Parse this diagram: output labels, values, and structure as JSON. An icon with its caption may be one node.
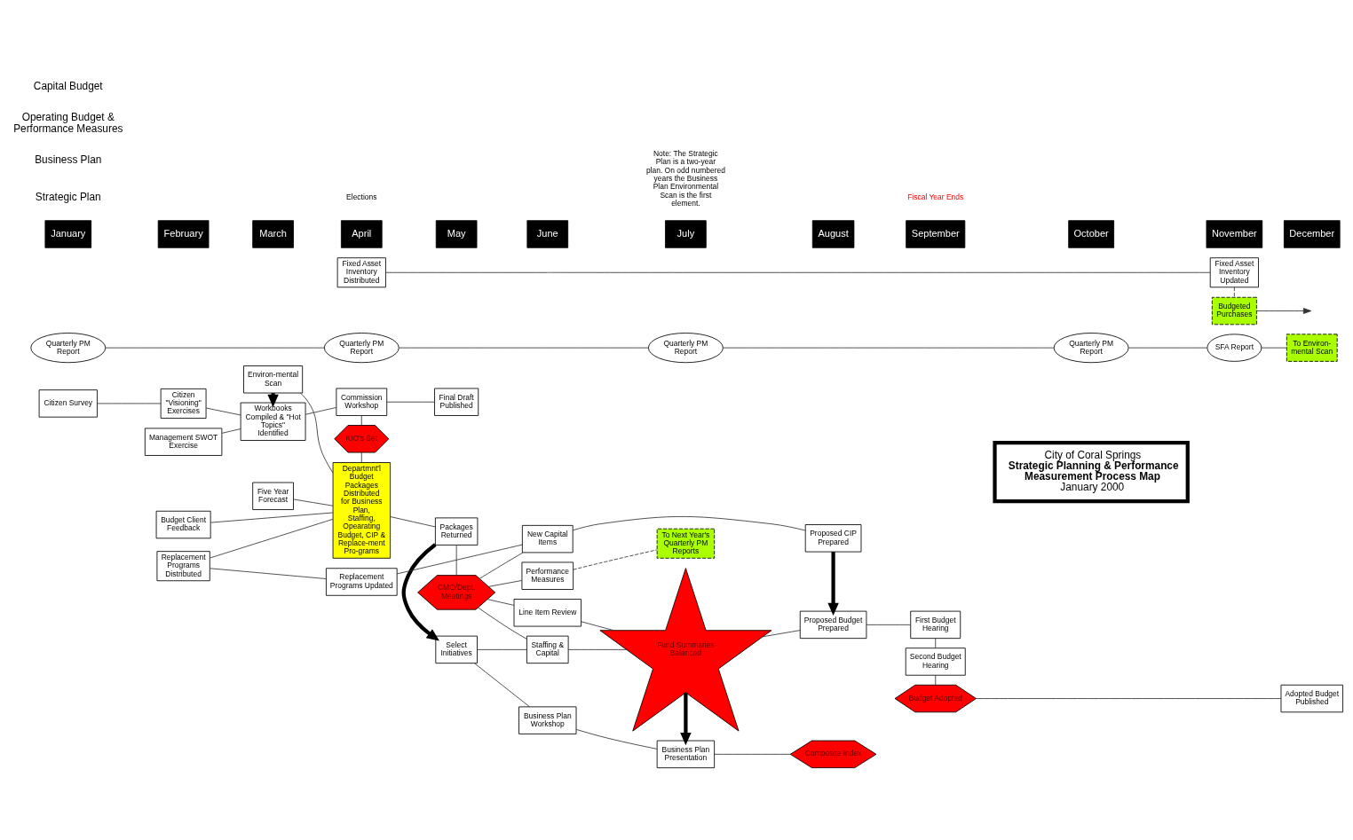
{
  "diagram": {
    "nodes": [
      {
        "text": [
          "Citizen Survey"
        ]
      },
      {
        "text": [
          "Citizen \"Visioning\" Exercises"
        ]
      },
      {
        "text": [
          "Management SWOT Exercise"
        ]
      },
      {
        "text": [
          "Workbooks Compiled & \"Hot Topics\" Identified"
        ]
      },
      {
        "text": [
          "Commission Workshop"
        ]
      },
      {
        "text": [
          "Final Draft Published"
        ]
      },
      {
        "text": [
          "KIO's Set"
        ]
      },
      {
        "text": [
          "City of Coral Springs",
          "Strategic Planning & Performance Measurement Process Map",
          "January 2000"
        ]
      },
      {
        "text": [
          "Environ-mental Scan"
        ]
      },
      {
        "text": [
          "Departmnt'l Budget Packages Distributed for Business Plan, Staffing, Opearating Budget, CIP & Replace-ment Pro-grams"
        ]
      },
      {
        "text": [
          "Select Initiatives"
        ]
      },
      {
        "text": [
          "Business Plan Workshop"
        ]
      },
      {
        "text": [
          "Business Plan Presentation"
        ]
      },
      {
        "text": [
          "Composite Index"
        ]
      },
      {
        "text": [
          "Packages Returned"
        ]
      },
      {
        "text": [
          "Fund Summaries Balanced"
        ]
      },
      {
        "text": [
          "Staffing & Capital"
        ]
      },
      {
        "text": [
          "Line Item Review"
        ]
      },
      {
        "text": [
          "Performance Measures"
        ]
      },
      {
        "text": [
          "CMO/Dept. Meetings"
        ]
      },
      {
        "text": [
          "To Next Year's Quarterly PM Reports"
        ]
      },
      {
        "text": [
          "Five Year Forecast"
        ]
      },
      {
        "text": [
          "Budget Client Feedback"
        ]
      },
      {
        "text": [
          "Quarterly PM Report"
        ]
      },
      {
        "text": [
          "Quarterly PM Report"
        ]
      },
      {
        "text": [
          "Quarterly PM Report"
        ]
      },
      {
        "text": [
          "Proposed Budget Prepared"
        ]
      },
      {
        "text": [
          "First Budget Hearing"
        ]
      },
      {
        "text": [
          "Second Budget Hearing"
        ]
      },
      {
        "text": [
          "Budget Adopted"
        ]
      },
      {
        "text": [
          "Quarterly PM Report"
        ]
      },
      {
        "text": [
          "SFA Report"
        ]
      },
      {
        "text": [
          "To Environ-mental Scan"
        ]
      },
      {
        "text": [
          "Adopted Budget Published"
        ]
      },
      {
        "text": [
          "Replacement Programs Distributed"
        ]
      },
      {
        "text": [
          "Replacement Programs Updated"
        ]
      },
      {
        "text": [
          "Fixed Asset Inventory Distributed"
        ]
      },
      {
        "text": [
          "New Capital Items"
        ]
      },
      {
        "text": [
          "Proposed CIP Prepared"
        ]
      },
      {
        "text": [
          "Budgeted Purchases"
        ]
      },
      {
        "text": [
          "Fixed Asset Inventory Updated"
        ]
      }
    ],
    "edges": [
      {
        "from": 0,
        "to": 1,
        "arrow": "none"
      },
      {
        "from": 1,
        "to": 3,
        "arrow": "none"
      },
      {
        "from": 2,
        "to": 3,
        "arrow": "none"
      },
      {
        "from": 3,
        "to": 4,
        "arrow": "none"
      },
      {
        "from": 4,
        "to": 5,
        "arrow": "none"
      },
      {
        "from": 4,
        "to": 6,
        "arrow": "none"
      },
      {
        "from": 6,
        "to": 9,
        "arrow": "none"
      },
      {
        "from": 8,
        "to": 3,
        "arrow": "to",
        "style": "thick"
      },
      {
        "from": 8,
        "to": 9,
        "arrow": "none"
      },
      {
        "from": 10,
        "to": 11,
        "arrow": "none"
      },
      {
        "from": 11,
        "to": 12,
        "arrow": "none"
      },
      {
        "from": 12,
        "to": 13,
        "arrow": "none"
      },
      {
        "from": 14,
        "to": 10,
        "arrow": "to",
        "style": "thick"
      },
      {
        "from": 15,
        "to": 12,
        "arrow": "to",
        "style": "thick"
      },
      {
        "from": 10,
        "to": 16,
        "arrow": "none"
      },
      {
        "from": 9,
        "to": 14,
        "arrow": "none"
      },
      {
        "from": 14,
        "to": 19,
        "arrow": "none"
      },
      {
        "from": 19,
        "to": 16,
        "arrow": "none"
      },
      {
        "from": 19,
        "to": 17,
        "arrow": "none"
      },
      {
        "from": 19,
        "to": 18,
        "arrow": "none"
      },
      {
        "from": 16,
        "to": 15,
        "arrow": "none"
      },
      {
        "from": 17,
        "to": 15,
        "arrow": "none"
      },
      {
        "from": 18,
        "to": 20,
        "arrow": "none",
        "style": "dashed"
      },
      {
        "from": 15,
        "to": 26,
        "arrow": "none"
      },
      {
        "from": 26,
        "to": 27,
        "arrow": "none"
      },
      {
        "from": 27,
        "to": 28,
        "arrow": "none"
      },
      {
        "from": 28,
        "to": 29,
        "arrow": "none"
      },
      {
        "from": 29,
        "to": 33,
        "arrow": "none"
      },
      {
        "from": 21,
        "to": 9,
        "arrow": "none"
      },
      {
        "from": 22,
        "to": 9,
        "arrow": "none"
      },
      {
        "from": 23,
        "to": 24,
        "arrow": "none"
      },
      {
        "from": 24,
        "to": 25,
        "arrow": "none"
      },
      {
        "from": 25,
        "to": 30,
        "arrow": "none"
      },
      {
        "from": 30,
        "to": 31,
        "arrow": "none"
      },
      {
        "from": 31,
        "to": 32,
        "arrow": "none"
      },
      {
        "from": 34,
        "to": 9,
        "arrow": "none"
      },
      {
        "from": 34,
        "to": 35,
        "arrow": "none"
      },
      {
        "from": 35,
        "to": 37,
        "arrow": "none"
      },
      {
        "from": 19,
        "to": 37,
        "arrow": "none"
      },
      {
        "from": 37,
        "to": 38,
        "arrow": "none"
      },
      {
        "from": 38,
        "to": 26,
        "arrow": "to",
        "style": "thick"
      },
      {
        "from": 36,
        "to": 40,
        "arrow": "none"
      },
      {
        "from": 40,
        "to": 39,
        "arrow": "none",
        "style": "dashed"
      },
      {
        "from": 39,
        "to": null,
        "arrow": "to"
      }
    ],
    "labels": [
      "January",
      "February",
      "March",
      "April",
      "May",
      "June",
      "July",
      "August",
      "September",
      "October",
      "November",
      "December",
      "Strategic Plan",
      "Elections",
      "Note: The Strategic Plan is a two-year plan. On odd numbered years the Business Plan Environmental Scan is the first element.",
      "Business Plan",
      "Operating Budget & Performance Measures",
      "Capital Budget",
      "Fiscal Year Ends"
    ]
  }
}
